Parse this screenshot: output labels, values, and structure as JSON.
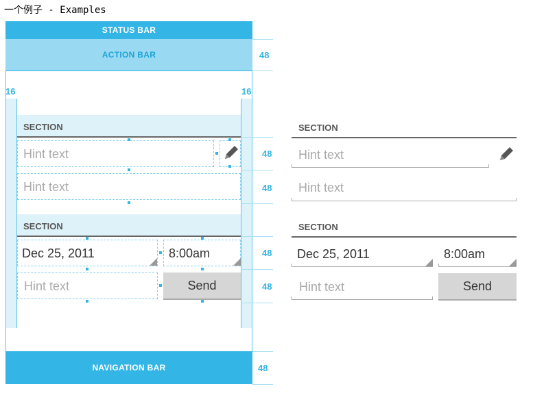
{
  "title": "一个例子 - Examples",
  "bars": {
    "status": "STATUS BAR",
    "action": "ACTION BAR",
    "navigation": "NAVIGATION BAR"
  },
  "dimensions": {
    "margin_left": "16",
    "margin_right": "16",
    "action_height": "48",
    "row1_height": "48",
    "row2_height": "48",
    "row3_height": "48",
    "row4_height": "48",
    "nav_height": "48"
  },
  "form": {
    "section1_label": "SECTION",
    "section2_label": "SECTION",
    "hint_1": "Hint text",
    "hint_2": "Hint text",
    "date_value": "Dec 25, 2011",
    "time_value": "8:00am",
    "hint_3": "Hint text",
    "send_label": "Send"
  },
  "colors": {
    "accent": "#33b5e5",
    "action_bar": "#99d9f2",
    "margin_fill": "#def2fa"
  },
  "icons": [
    "pencil-icon"
  ]
}
